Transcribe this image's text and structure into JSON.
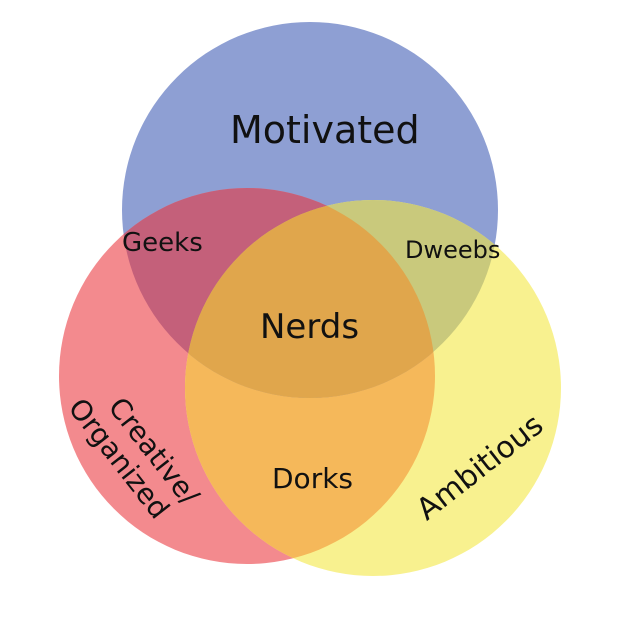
{
  "title_sets": {
    "motivated": "Motivated",
    "creative_organized_line1": "Creative/",
    "creative_organized_line2": "Organized",
    "ambitious": "Ambitious"
  },
  "intersections": {
    "geeks": "Geeks",
    "dweebs": "Dweebs",
    "dorks": "Dorks",
    "nerds": "Nerds"
  },
  "colors": {
    "motivated": "#8e9fd3",
    "creative": "#f38a8e",
    "ambitious": "#f8f18f",
    "geeks": "#c4607a",
    "dweebs": "#c9c97c",
    "dorks": "#f5b85a",
    "nerds": "#e0a64c"
  }
}
